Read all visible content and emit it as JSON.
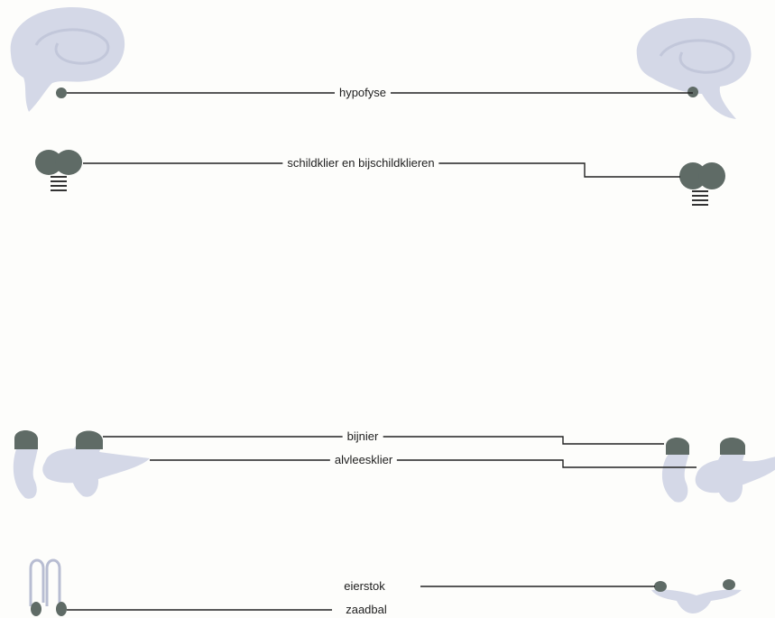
{
  "labels": {
    "hypofyse": "hypofyse",
    "schildklier": "schildklier en bijschildklieren",
    "bijnier": "bijnier",
    "alvleesklier": "alvleesklier",
    "eierstok": "eierstok",
    "zaadbal": "zaadbal"
  },
  "colors": {
    "organ_fill": "#d4d8e7",
    "gland_fill": "#5f6b66",
    "line": "#222222",
    "background": "#fdfdfb"
  }
}
